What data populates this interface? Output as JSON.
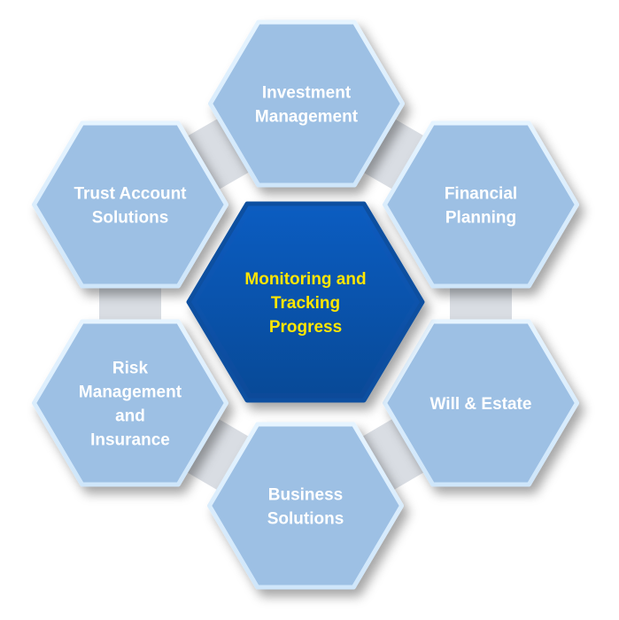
{
  "diagram": {
    "center": {
      "lines": [
        "Monitoring and",
        "Tracking",
        "Progress"
      ],
      "fill": "#0a52a8",
      "text_color": "#ffe600"
    },
    "nodes": [
      {
        "id": "investment-management",
        "lines": [
          "Investment",
          "Management"
        ]
      },
      {
        "id": "financial-planning",
        "lines": [
          "Financial",
          "Planning"
        ]
      },
      {
        "id": "will-estate",
        "lines": [
          "Will & Estate"
        ]
      },
      {
        "id": "business-solutions",
        "lines": [
          "Business",
          "Solutions"
        ]
      },
      {
        "id": "risk-management-insurance",
        "lines": [
          "Risk",
          "Management",
          "and",
          "Insurance"
        ]
      },
      {
        "id": "trust-account-solutions",
        "lines": [
          "Trust Account",
          "Solutions"
        ]
      }
    ],
    "node_fill": "#9dc0e4",
    "node_text_color": "#ffffff"
  }
}
